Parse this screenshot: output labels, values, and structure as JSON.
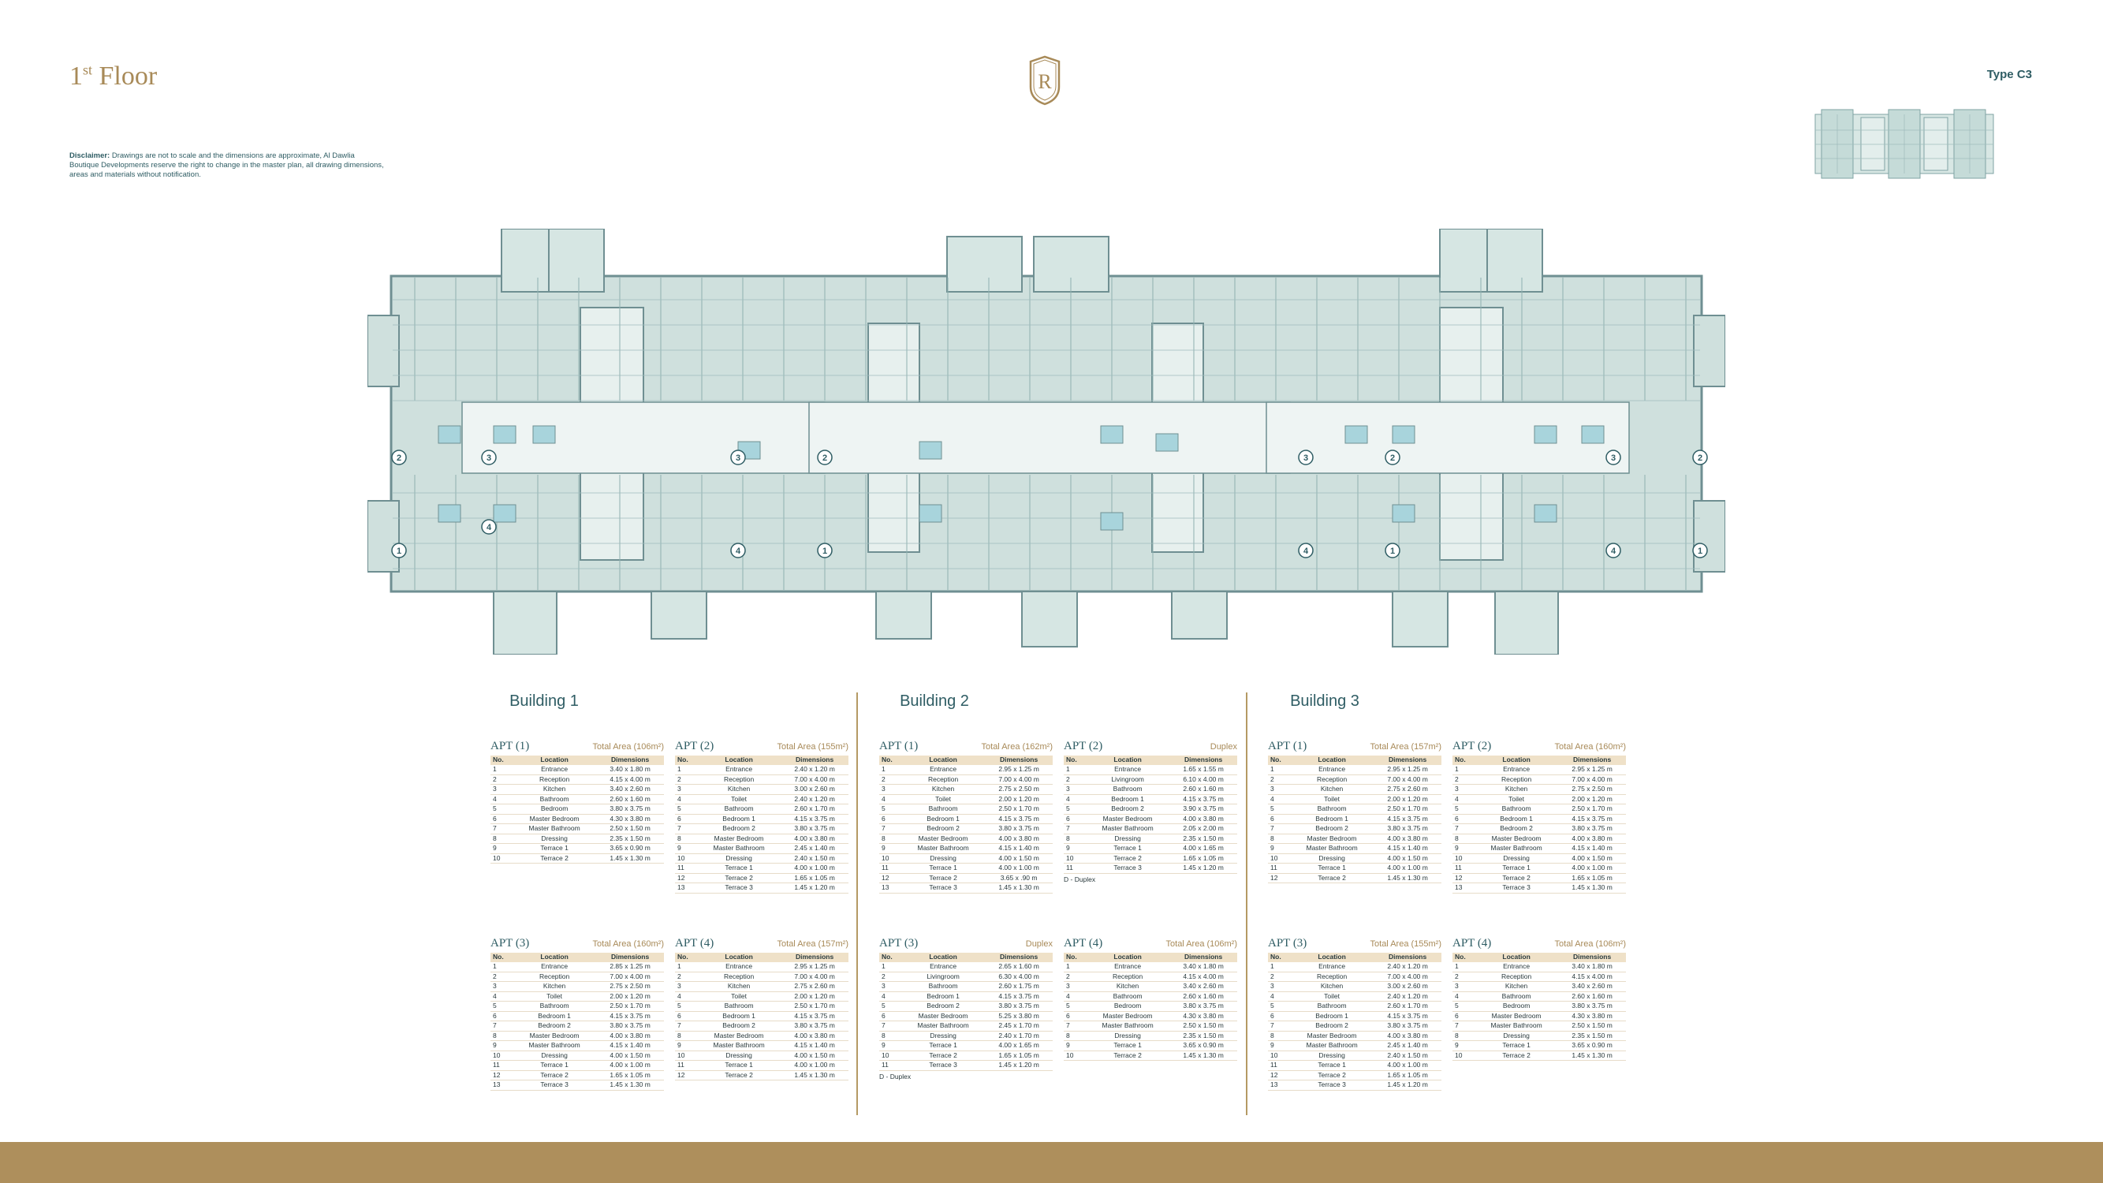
{
  "header": {
    "floor_title": "1",
    "floor_title_sup": "st",
    "floor_title_rest": " Floor",
    "type_label": "Type C3",
    "disclaimer_bold": "Disclaimer:",
    "disclaimer_text": " Drawings are not to scale and the dimensions are approximate, Al Dawlia Boutique Developments reserve the right to change in the master plan, all drawing dimensions, areas and materials without notification.",
    "logo_letter": "R"
  },
  "colors": {
    "gold": "#a88a58",
    "teal": "#2f5d64",
    "plan_fill": "#cfe0dd",
    "plan_wall": "#6f8f92"
  },
  "plan": {
    "unit_markers": [
      "3",
      "4",
      "1",
      "2",
      "2",
      "1",
      "4",
      "3",
      "3",
      "4",
      "1",
      "2",
      "2",
      "1",
      "4",
      "3"
    ],
    "icon": "floor-plan-drawing"
  },
  "buildings": [
    {
      "title": "Building 1",
      "apartments": [
        {
          "name": "APT (1)",
          "area": "Total Area (106m²)",
          "rows": [
            [
              "1",
              "Entrance",
              "3.40 x 1.80 m"
            ],
            [
              "2",
              "Reception",
              "4.15 x 4.00 m"
            ],
            [
              "3",
              "Kitchen",
              "3.40 x 2.60 m"
            ],
            [
              "4",
              "Bathroom",
              "2.60 x 1.60 m"
            ],
            [
              "5",
              "Bedroom",
              "3.80 x 3.75 m"
            ],
            [
              "6",
              "Master Bedroom",
              "4.30 x 3.80 m"
            ],
            [
              "7",
              "Master Bathroom",
              "2.50 x 1.50 m"
            ],
            [
              "8",
              "Dressing",
              "2.35 x 1.50 m"
            ],
            [
              "9",
              "Terrace 1",
              "3.65 x 0.90 m"
            ],
            [
              "10",
              "Terrace 2",
              "1.45 x 1.30 m"
            ]
          ],
          "note": ""
        },
        {
          "name": "APT (2)",
          "area": "Total Area (155m²)",
          "rows": [
            [
              "1",
              "Entrance",
              "2.40 x 1.20 m"
            ],
            [
              "2",
              "Reception",
              "7.00 x 4.00 m"
            ],
            [
              "3",
              "Kitchen",
              "3.00 x 2.60 m"
            ],
            [
              "4",
              "Toilet",
              "2.40 x 1.20 m"
            ],
            [
              "5",
              "Bathroom",
              "2.60 x 1.70 m"
            ],
            [
              "6",
              "Bedroom 1",
              "4.15 x 3.75 m"
            ],
            [
              "7",
              "Bedroom 2",
              "3.80 x 3.75 m"
            ],
            [
              "8",
              "Master Bedroom",
              "4.00 x 3.80 m"
            ],
            [
              "9",
              "Master Bathroom",
              "2.45 x 1.40 m"
            ],
            [
              "10",
              "Dressing",
              "2.40 x 1.50 m"
            ],
            [
              "11",
              "Terrace 1",
              "4.00 x 1.00 m"
            ],
            [
              "12",
              "Terrace 2",
              "1.65 x 1.05 m"
            ],
            [
              "13",
              "Terrace 3",
              "1.45 x 1.20 m"
            ]
          ],
          "note": ""
        },
        {
          "name": "APT (3)",
          "area": "Total Area (160m²)",
          "rows": [
            [
              "1",
              "Entrance",
              "2.85 x 1.25 m"
            ],
            [
              "2",
              "Reception",
              "7.00 x 4.00 m"
            ],
            [
              "3",
              "Kitchen",
              "2.75 x 2.50 m"
            ],
            [
              "4",
              "Toilet",
              "2.00 x 1.20 m"
            ],
            [
              "5",
              "Bathroom",
              "2.50 x 1.70 m"
            ],
            [
              "6",
              "Bedroom 1",
              "4.15 x 3.75 m"
            ],
            [
              "7",
              "Bedroom 2",
              "3.80 x 3.75 m"
            ],
            [
              "8",
              "Master Bedroom",
              "4.00 x 3.80 m"
            ],
            [
              "9",
              "Master Bathroom",
              "4.15 x 1.40 m"
            ],
            [
              "10",
              "Dressing",
              "4.00 x 1.50 m"
            ],
            [
              "11",
              "Terrace 1",
              "4.00 x 1.00 m"
            ],
            [
              "12",
              "Terrace 2",
              "1.65 x 1.05 m"
            ],
            [
              "13",
              "Terrace 3",
              "1.45 x 1.30 m"
            ]
          ],
          "note": ""
        },
        {
          "name": "APT (4)",
          "area": "Total Area (157m²)",
          "rows": [
            [
              "1",
              "Entrance",
              "2.95 x 1.25 m"
            ],
            [
              "2",
              "Reception",
              "7.00 x 4.00 m"
            ],
            [
              "3",
              "Kitchen",
              "2.75 x 2.60 m"
            ],
            [
              "4",
              "Toilet",
              "2.00 x 1.20 m"
            ],
            [
              "5",
              "Bathroom",
              "2.50 x 1.70 m"
            ],
            [
              "6",
              "Bedroom 1",
              "4.15 x 3.75 m"
            ],
            [
              "7",
              "Bedroom 2",
              "3.80 x 3.75 m"
            ],
            [
              "8",
              "Master Bedroom",
              "4.00 x 3.80 m"
            ],
            [
              "9",
              "Master Bathroom",
              "4.15 x 1.40 m"
            ],
            [
              "10",
              "Dressing",
              "4.00 x 1.50 m"
            ],
            [
              "11",
              "Terrace 1",
              "4.00 x 1.00 m"
            ],
            [
              "12",
              "Terrace 2",
              "1.45 x 1.30 m"
            ]
          ],
          "note": ""
        }
      ]
    },
    {
      "title": "Building 2",
      "apartments": [
        {
          "name": "APT (1)",
          "area": "Total Area (162m²)",
          "rows": [
            [
              "1",
              "Entrance",
              "2.95 x 1.25 m"
            ],
            [
              "2",
              "Reception",
              "7.00 x 4.00 m"
            ],
            [
              "3",
              "Kitchen",
              "2.75 x 2.50 m"
            ],
            [
              "4",
              "Toilet",
              "2.00 x 1.20 m"
            ],
            [
              "5",
              "Bathroom",
              "2.50 x 1.70 m"
            ],
            [
              "6",
              "Bedroom 1",
              "4.15 x 3.75 m"
            ],
            [
              "7",
              "Bedroom 2",
              "3.80 x 3.75 m"
            ],
            [
              "8",
              "Master Bedroom",
              "4.00 x 3.80 m"
            ],
            [
              "9",
              "Master Bathroom",
              "4.15 x 1.40 m"
            ],
            [
              "10",
              "Dressing",
              "4.00 x 1.50 m"
            ],
            [
              "11",
              "Terrace 1",
              "4.00 x 1.00 m"
            ],
            [
              "12",
              "Terrace 2",
              "3.65 x .90 m"
            ],
            [
              "13",
              "Terrace 3",
              "1.45 x 1.30 m"
            ]
          ],
          "note": ""
        },
        {
          "name": "APT (2)",
          "area": "Duplex",
          "rows": [
            [
              "1",
              "Entrance",
              "1.65 x 1.55 m"
            ],
            [
              "2",
              "Livingroom",
              "6.10 x 4.00 m"
            ],
            [
              "3",
              "Bathroom",
              "2.60 x 1.60 m"
            ],
            [
              "4",
              "Bedroom 1",
              "4.15 x 3.75 m"
            ],
            [
              "5",
              "Bedroom 2",
              "3.90 x 3.75 m"
            ],
            [
              "6",
              "Master Bedroom",
              "4.00 x 3.80 m"
            ],
            [
              "7",
              "Master Bathroom",
              "2.05 x 2.00 m"
            ],
            [
              "8",
              "Dressing",
              "2.35 x 1.50 m"
            ],
            [
              "9",
              "Terrace 1",
              "4.00 x 1.65 m"
            ],
            [
              "10",
              "Terrace 2",
              "1.65 x 1.05 m"
            ],
            [
              "11",
              "Terrace 3",
              "1.45 x 1.20 m"
            ]
          ],
          "note": "D - Duplex"
        },
        {
          "name": "APT (3)",
          "area": "Duplex",
          "rows": [
            [
              "1",
              "Entrance",
              "2.65 x 1.60 m"
            ],
            [
              "2",
              "Livingroom",
              "6.30 x 4.00 m"
            ],
            [
              "3",
              "Bathroom",
              "2.60 x 1.75 m"
            ],
            [
              "4",
              "Bedroom 1",
              "4.15 x 3.75 m"
            ],
            [
              "5",
              "Bedroom 2",
              "3.80 x 3.75 m"
            ],
            [
              "6",
              "Master Bedroom",
              "5.25 x 3.80 m"
            ],
            [
              "7",
              "Master Bathroom",
              "2.45 x 1.70 m"
            ],
            [
              "8",
              "Dressing",
              "2.40 x 1.70 m"
            ],
            [
              "9",
              "Terrace 1",
              "4.00 x 1.65 m"
            ],
            [
              "10",
              "Terrace 2",
              "1.65 x 1.05 m"
            ],
            [
              "11",
              "Terrace 3",
              "1.45 x 1.20 m"
            ]
          ],
          "note": "D - Duplex"
        },
        {
          "name": "APT (4)",
          "area": "Total Area (106m²)",
          "rows": [
            [
              "1",
              "Entrance",
              "3.40 x 1.80 m"
            ],
            [
              "2",
              "Reception",
              "4.15 x 4.00 m"
            ],
            [
              "3",
              "Kitchen",
              "3.40 x 2.60 m"
            ],
            [
              "4",
              "Bathroom",
              "2.60 x 1.60 m"
            ],
            [
              "5",
              "Bedroom",
              "3.80 x 3.75 m"
            ],
            [
              "6",
              "Master Bedroom",
              "4.30 x 3.80 m"
            ],
            [
              "7",
              "Master Bathroom",
              "2.50 x 1.50 m"
            ],
            [
              "8",
              "Dressing",
              "2.35 x 1.50 m"
            ],
            [
              "9",
              "Terrace 1",
              "3.65 x 0.90 m"
            ],
            [
              "10",
              "Terrace 2",
              "1.45 x 1.30 m"
            ]
          ],
          "note": ""
        }
      ]
    },
    {
      "title": "Building 3",
      "apartments": [
        {
          "name": "APT (1)",
          "area": "Total Area (157m²)",
          "rows": [
            [
              "1",
              "Entrance",
              "2.95 x 1.25 m"
            ],
            [
              "2",
              "Reception",
              "7.00 x 4.00 m"
            ],
            [
              "3",
              "Kitchen",
              "2.75 x 2.60 m"
            ],
            [
              "4",
              "Toilet",
              "2.00 x 1.20 m"
            ],
            [
              "5",
              "Bathroom",
              "2.50 x 1.70 m"
            ],
            [
              "6",
              "Bedroom 1",
              "4.15 x 3.75 m"
            ],
            [
              "7",
              "Bedroom 2",
              "3.80 x 3.75 m"
            ],
            [
              "8",
              "Master Bedroom",
              "4.00 x 3.80 m"
            ],
            [
              "9",
              "Master Bathroom",
              "4.15 x 1.40 m"
            ],
            [
              "10",
              "Dressing",
              "4.00 x 1.50 m"
            ],
            [
              "11",
              "Terrace 1",
              "4.00 x 1.00 m"
            ],
            [
              "12",
              "Terrace 2",
              "1.45 x 1.30 m"
            ]
          ],
          "note": ""
        },
        {
          "name": "APT (2)",
          "area": "Total Area (160m²)",
          "rows": [
            [
              "1",
              "Entrance",
              "2.95 x 1.25 m"
            ],
            [
              "2",
              "Reception",
              "7.00 x 4.00 m"
            ],
            [
              "3",
              "Kitchen",
              "2.75 x 2.50 m"
            ],
            [
              "4",
              "Toilet",
              "2.00 x 1.20 m"
            ],
            [
              "5",
              "Bathroom",
              "2.50 x 1.70 m"
            ],
            [
              "6",
              "Bedroom 1",
              "4.15 x 3.75 m"
            ],
            [
              "7",
              "Bedroom 2",
              "3.80 x 3.75 m"
            ],
            [
              "8",
              "Master Bedroom",
              "4.00 x 3.80 m"
            ],
            [
              "9",
              "Master Bathroom",
              "4.15 x 1.40 m"
            ],
            [
              "10",
              "Dressing",
              "4.00 x 1.50 m"
            ],
            [
              "11",
              "Terrace 1",
              "4.00 x 1.00 m"
            ],
            [
              "12",
              "Terrace 2",
              "1.65 x 1.05 m"
            ],
            [
              "13",
              "Terrace 3",
              "1.45 x 1.30 m"
            ]
          ],
          "note": ""
        },
        {
          "name": "APT (3)",
          "area": "Total Area (155m²)",
          "rows": [
            [
              "1",
              "Entrance",
              "2.40 x 1.20 m"
            ],
            [
              "2",
              "Reception",
              "7.00 x 4.00 m"
            ],
            [
              "3",
              "Kitchen",
              "3.00 x 2.60 m"
            ],
            [
              "4",
              "Toilet",
              "2.40 x 1.20 m"
            ],
            [
              "5",
              "Bathroom",
              "2.60 x 1.70 m"
            ],
            [
              "6",
              "Bedroom 1",
              "4.15 x 3.75 m"
            ],
            [
              "7",
              "Bedroom 2",
              "3.80 x 3.75 m"
            ],
            [
              "8",
              "Master Bedroom",
              "4.00 x 3.80 m"
            ],
            [
              "9",
              "Master Bathroom",
              "2.45 x 1.40 m"
            ],
            [
              "10",
              "Dressing",
              "2.40 x 1.50 m"
            ],
            [
              "11",
              "Terrace 1",
              "4.00 x 1.00 m"
            ],
            [
              "12",
              "Terrace 2",
              "1.65 x 1.05 m"
            ],
            [
              "13",
              "Terrace 3",
              "1.45 x 1.20 m"
            ]
          ],
          "note": ""
        },
        {
          "name": "APT (4)",
          "area": "Total Area (106m²)",
          "rows": [
            [
              "1",
              "Entrance",
              "3.40 x 1.80 m"
            ],
            [
              "2",
              "Reception",
              "4.15 x 4.00 m"
            ],
            [
              "3",
              "Kitchen",
              "3.40 x 2.60 m"
            ],
            [
              "4",
              "Bathroom",
              "2.60 x 1.60 m"
            ],
            [
              "5",
              "Bedroom",
              "3.80 x 3.75 m"
            ],
            [
              "6",
              "Master Bedroom",
              "4.30 x 3.80 m"
            ],
            [
              "7",
              "Master Bathroom",
              "2.50 x 1.50 m"
            ],
            [
              "8",
              "Dressing",
              "2.35 x 1.50 m"
            ],
            [
              "9",
              "Terrace 1",
              "3.65 x 0.90 m"
            ],
            [
              "10",
              "Terrace 2",
              "1.45 x 1.30 m"
            ]
          ],
          "note": ""
        }
      ]
    }
  ],
  "table_headers": [
    "No.",
    "Location",
    "Dimensions"
  ]
}
